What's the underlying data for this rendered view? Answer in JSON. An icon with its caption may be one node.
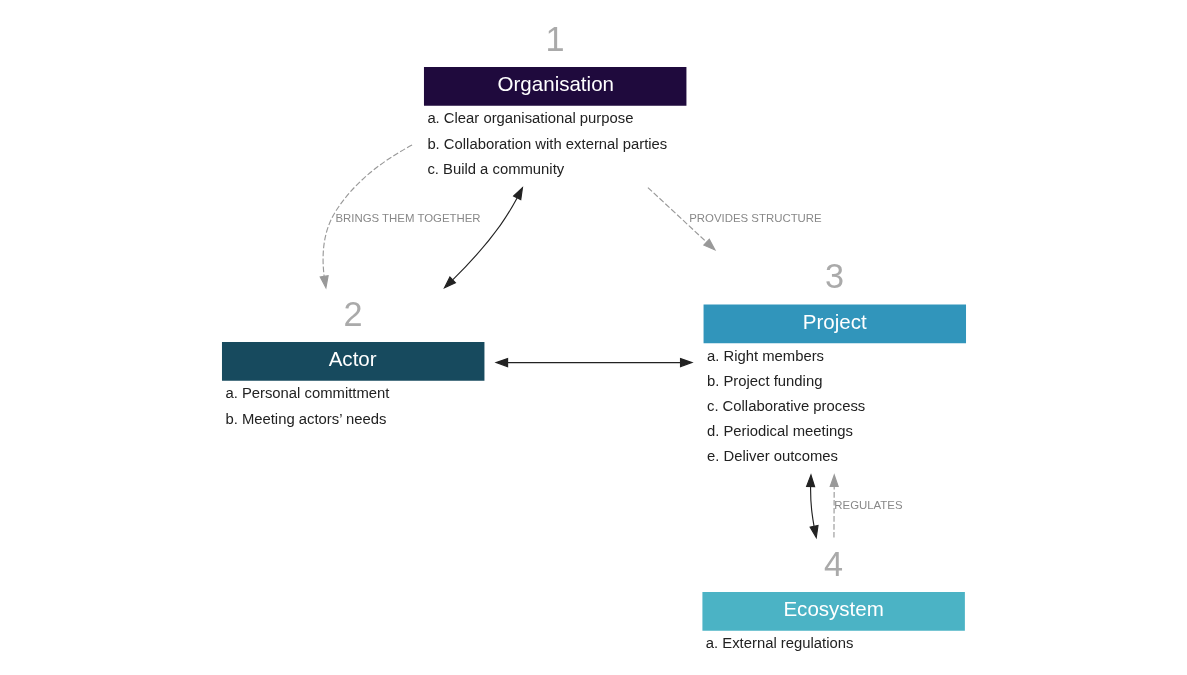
{
  "diagram": {
    "nodes": [
      {
        "text": [
          "1",
          "Organisation"
        ],
        "beside": [
          "a. Clear organisational purpose",
          "b. Collaboration with external parties",
          "c. Build a community"
        ]
      },
      {
        "text": [
          "2",
          "Actor"
        ],
        "beside": [
          "a. Personal committment",
          "b. Meeting actors’ needs"
        ]
      },
      {
        "text": [
          "3",
          "Project"
        ],
        "beside": [
          "a. Right members",
          "b. Project funding",
          "c. Collaborative process",
          "d. Periodical meetings",
          "e. Deliver outcomes"
        ]
      },
      {
        "text": [
          "4",
          "Ecosystem"
        ],
        "beside": [
          "a. External regulations"
        ]
      }
    ],
    "edges": [
      {
        "from": 0,
        "to": 1,
        "arrow": "to",
        "label": "BRINGS THEM TOGETHER",
        "style": "dashed",
        "color": "#999999"
      },
      {
        "from": 0,
        "to": 2,
        "arrow": "to",
        "label": "PROVIDES STRUCTURE",
        "style": "dashed",
        "color": "#999999"
      },
      {
        "from": 0,
        "to": 1,
        "arrow": "both",
        "color": "#222222"
      },
      {
        "from": 1,
        "to": 2,
        "arrow": "both",
        "color": "#222222"
      },
      {
        "from": 2,
        "to": 3,
        "arrow": "both",
        "color": "#222222"
      },
      {
        "from": 3,
        "to": 2,
        "arrow": "to",
        "label": "REGULATES",
        "style": "dashed",
        "color": "#999999"
      }
    ]
  }
}
